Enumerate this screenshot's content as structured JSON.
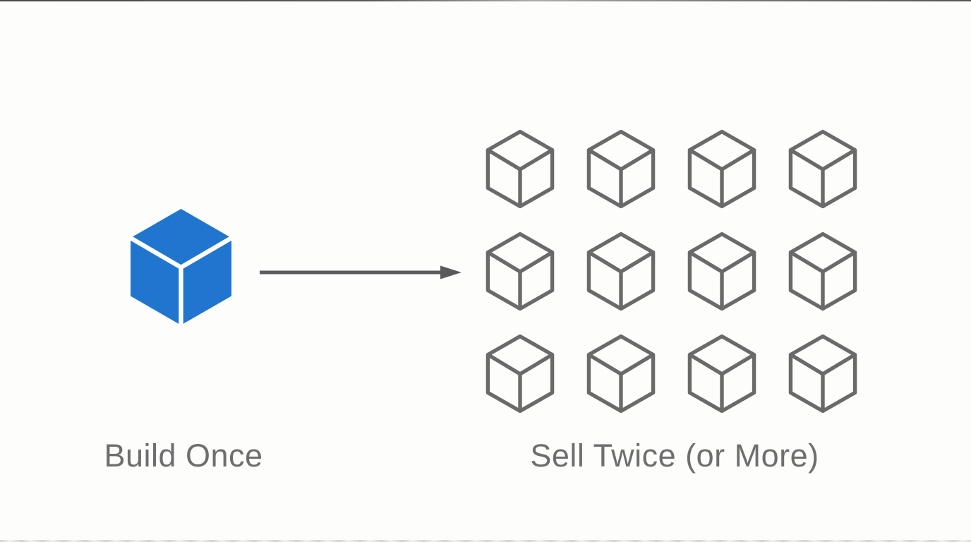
{
  "palette": {
    "background": "#fdfdfc",
    "blue": "#2076ce",
    "outline-gray": "#6a6a6a",
    "arrow-gray": "#595a5c",
    "text-gray": "#6e6e6e"
  },
  "left_panel": {
    "label": "Build Once",
    "cube_count": 1,
    "cube_style": "filled-blue-cube-icon"
  },
  "arrow": {
    "direction": "right"
  },
  "right_panel": {
    "label": "Sell Twice (or More)",
    "grid": {
      "rows": 3,
      "cols": 4
    },
    "cube_count": 12,
    "cube_style": "outlined-gray-cube-icon"
  }
}
